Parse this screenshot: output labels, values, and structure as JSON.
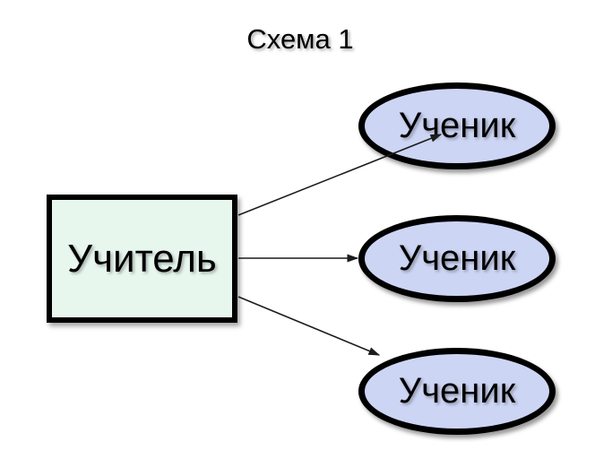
{
  "title": "Схема 1",
  "nodes": {
    "teacher": {
      "label": "Учитель",
      "shape": "rectangle",
      "fill": "#e7f7ee"
    },
    "students": [
      {
        "label": "Ученик",
        "shape": "ellipse",
        "fill": "#cdd5f4"
      },
      {
        "label": "Ученик",
        "shape": "ellipse",
        "fill": "#cdd5f4"
      },
      {
        "label": "Ученик",
        "shape": "ellipse",
        "fill": "#cdd5f4"
      }
    ]
  },
  "edges": [
    {
      "from": "Учитель",
      "to": "Ученик",
      "position": "top",
      "style": "arrow"
    },
    {
      "from": "Учитель",
      "to": "Ученик",
      "position": "middle",
      "style": "arrow"
    },
    {
      "from": "Учитель",
      "to": "Ученик",
      "position": "bottom",
      "style": "arrow"
    }
  ],
  "colors": {
    "background": "#ffffff",
    "node_border": "#000000",
    "arrow": "#1c1c1c",
    "text": "#000000",
    "teacher_fill": "#e7f7ee",
    "student_fill": "#cdd5f4"
  }
}
